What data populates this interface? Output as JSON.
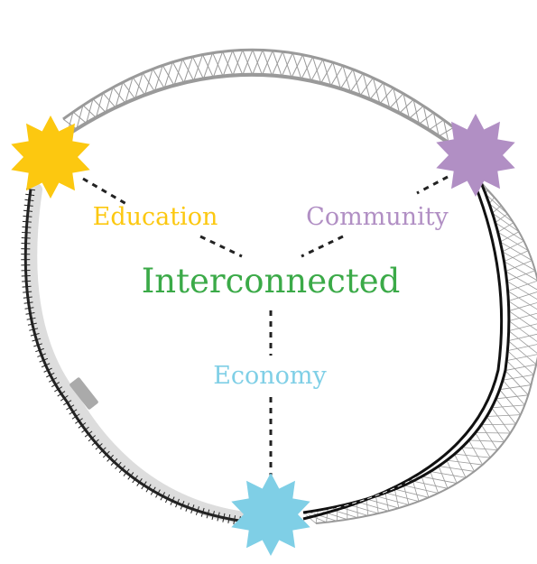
{
  "diagram": {
    "center_label": "Interconnected",
    "nodes": [
      {
        "id": "education",
        "label": "Education",
        "color": "#FCC810"
      },
      {
        "id": "community",
        "label": "Community",
        "color": "#B18FC4"
      },
      {
        "id": "economy",
        "label": "Economy",
        "color": "#7FCFE6"
      }
    ],
    "colors": {
      "center_label": "#3BAA48",
      "connector": "#222222",
      "bridge_structure": "#9A9A9A",
      "road_surface": "#DDDDDD",
      "rail_track": "#222222",
      "outer_circle": "#111111"
    },
    "icons": {
      "node_marker": "starburst-icon",
      "top_arc": "truss-bridge-icon",
      "left_arc": "railway-track-icon",
      "right_arc": "suspension-bridge-icon"
    }
  }
}
